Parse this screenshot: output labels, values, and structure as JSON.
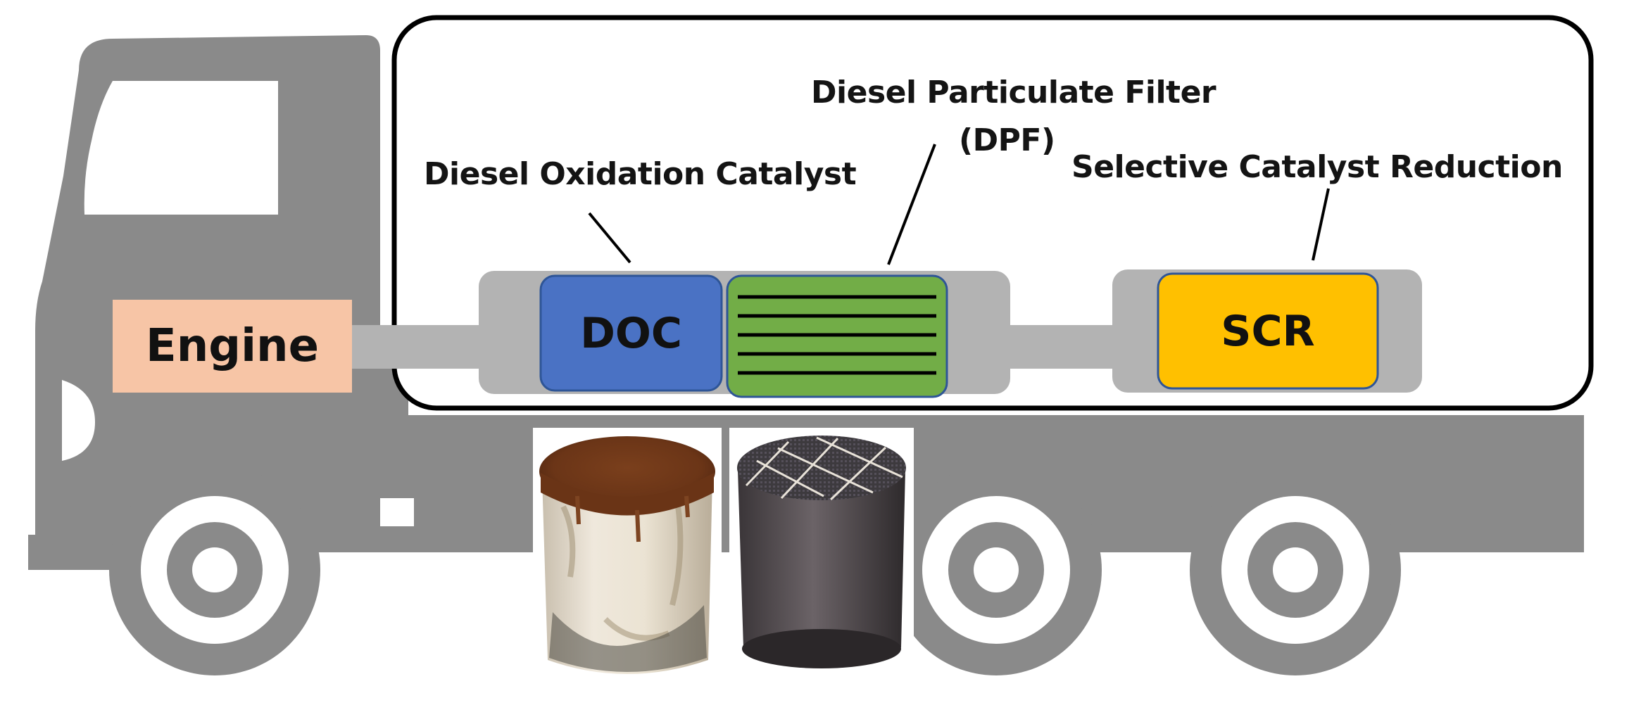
{
  "labels": {
    "doc_full": "Diesel Oxidation Catalyst",
    "dpf_full_line1": "Diesel Particulate Filter",
    "dpf_full_line2": "(DPF)",
    "scr_full": "Selective Catalyst Reduction"
  },
  "boxes": {
    "engine": "Engine",
    "doc": "DOC",
    "scr": "SCR"
  },
  "colors": {
    "truck": "#8a8a8a",
    "pipe": "#b3b3b3",
    "engine_fill": "#f7c5a6",
    "doc_fill": "#4a72c4",
    "doc_border": "#2e5597",
    "dpf_fill": "#72ad47",
    "dpf_border": "#2e5597",
    "scr_fill": "#ffc000",
    "scr_border": "#2e5597",
    "frame": "#000000"
  },
  "photos": {
    "doc_photo": "doc-core-photo",
    "dpf_photo": "dpf-core-photo"
  }
}
